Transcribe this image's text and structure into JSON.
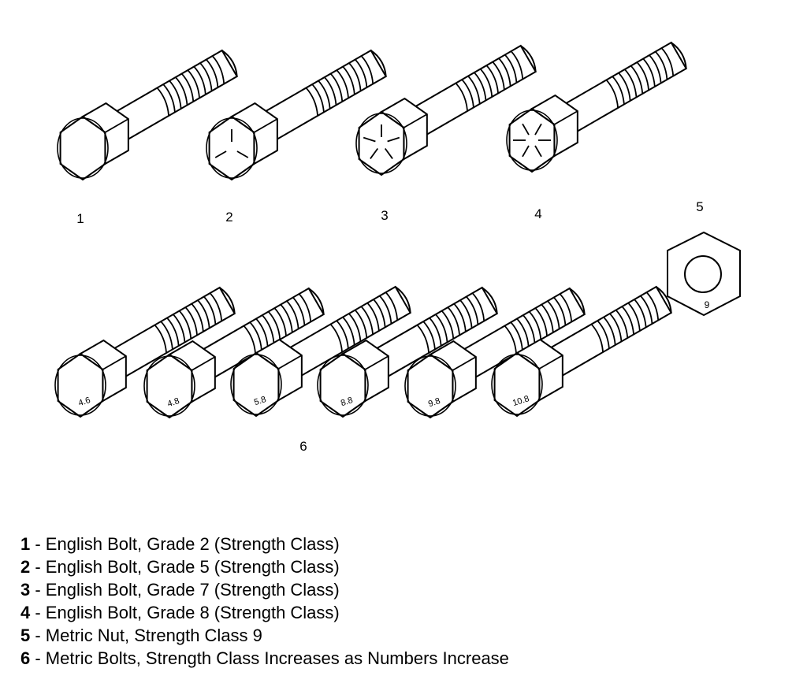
{
  "callouts": [
    "1",
    "2",
    "3",
    "4",
    "5",
    "6"
  ],
  "english_bolts": [
    {
      "callout": "1",
      "head_mark": "none"
    },
    {
      "callout": "2",
      "head_mark": "3 radial lines"
    },
    {
      "callout": "3",
      "head_mark": "5 radial lines"
    },
    {
      "callout": "4",
      "head_mark": "6 radial lines"
    }
  ],
  "metric_bolts": [
    "4.6",
    "4.8",
    "5.8",
    "8.8",
    "9.8",
    "10.8"
  ],
  "metric_nut": {
    "mark": "9"
  },
  "legend": [
    {
      "num": "1",
      "text": " - English Bolt, Grade 2 (Strength Class)"
    },
    {
      "num": "2",
      "text": " - English Bolt, Grade 5 (Strength Class)"
    },
    {
      "num": "3",
      "text": " - English Bolt, Grade 7 (Strength Class)"
    },
    {
      "num": "4",
      "text": " - English Bolt, Grade 8 (Strength Class)"
    },
    {
      "num": "5",
      "text": " - Metric Nut, Strength Class 9"
    },
    {
      "num": "6",
      "text": " - Metric Bolts, Strength Class Increases as Numbers Increase"
    }
  ]
}
